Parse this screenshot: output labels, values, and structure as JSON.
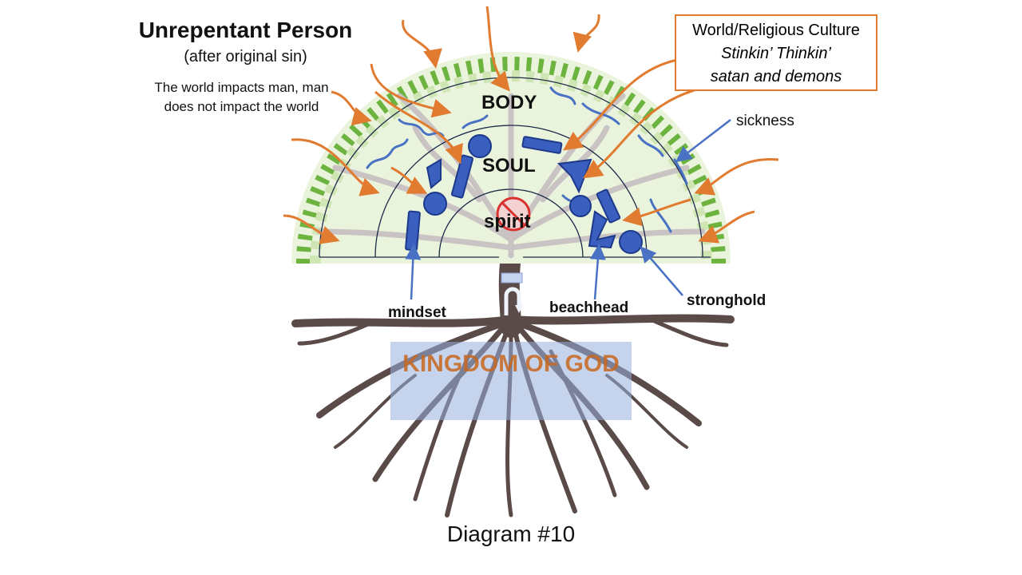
{
  "title": "Unrepentant Person",
  "subtitle": "(after original sin)",
  "caption": "The world impacts man, man does not impact the world",
  "culture_box": {
    "line1": "World/Religious Culture",
    "line2": "Stinkin’ Thinkin’",
    "line3": "satan and demons"
  },
  "rings": {
    "body": "BODY",
    "soul": "SOUL",
    "spirit": "spirit"
  },
  "labels": {
    "sickness": "sickness",
    "mindset": "mindset",
    "beachhead": "beachhead",
    "stronghold": "stronghold"
  },
  "kingdom": "KINGDOM OF GOD",
  "footer": "Diagram #10",
  "colors": {
    "arrow": "#e07b30",
    "block": "#3a5fbf",
    "squiggle": "#4a72c4",
    "leaf_dark": "#6db33f",
    "leaf_light": "#cfe6b4",
    "trunk": "#5a4a48",
    "kingdom_text": "#c9681e",
    "kingdom_bg": "#a8bde0",
    "no_sign": "#d93030"
  },
  "icons": [
    "no-entry-icon",
    "u-turn-arrow-icon"
  ]
}
